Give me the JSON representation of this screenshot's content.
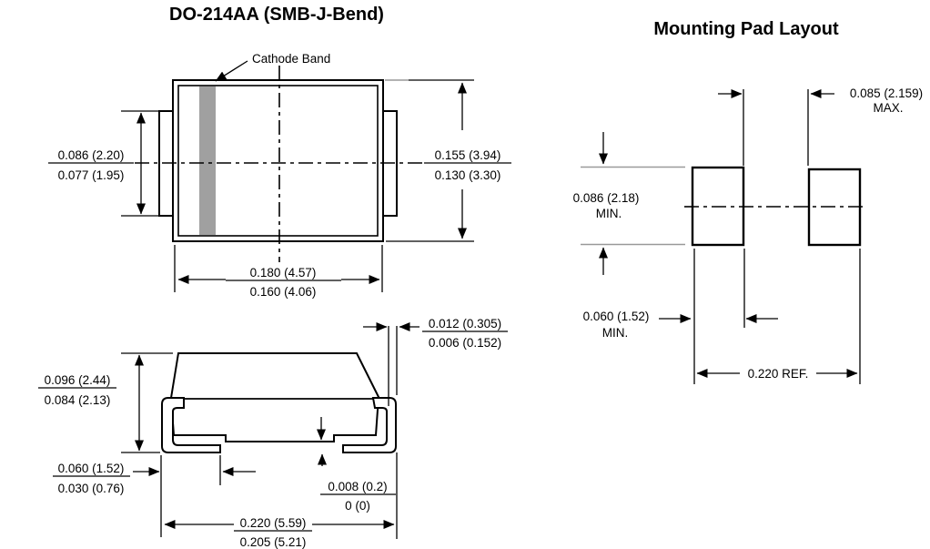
{
  "titles": {
    "package": "DO-214AA (SMB-J-Bend)",
    "pad_layout": "Mounting Pad Layout"
  },
  "labels": {
    "cathode_band": "Cathode Band"
  },
  "colors": {
    "band": "#a0a0a0",
    "gray_line": "#999999",
    "ink": "#000000"
  },
  "top_view": {
    "tab_height": {
      "l1": "0.086 (2.20)",
      "l2": "0.077 (1.95)"
    },
    "body_height": {
      "l1": "0.155 (3.94)",
      "l2": "0.130 (3.30)"
    },
    "body_width": {
      "l1": "0.180 (4.57)",
      "l2": "0.160 (4.06)"
    }
  },
  "side_view": {
    "body_height": {
      "l1": "0.096 (2.44)",
      "l2": "0.084 (2.13)"
    },
    "lead_thickness": {
      "l1": "0.012 (0.305)",
      "l2": "0.006 (0.152)"
    },
    "lead_width": {
      "l1": "0.060 (1.52)",
      "l2": "0.030 (0.76)"
    },
    "standoff": {
      "l1": "0.008 (0.2)",
      "l2": "0 (0)"
    },
    "overall_width": {
      "l1": "0.220 (5.59)",
      "l2": "0.205 (5.21)"
    }
  },
  "pad_layout": {
    "pad_gap": {
      "l1": "0.085 (2.159)",
      "l2": "MAX."
    },
    "pad_height": {
      "l1": "0.086 (2.18)",
      "l2": "MIN."
    },
    "pad_width": {
      "l1": "0.060 (1.52)",
      "l2": "MIN."
    },
    "pad_span": {
      "l1": "0.220 REF."
    }
  }
}
